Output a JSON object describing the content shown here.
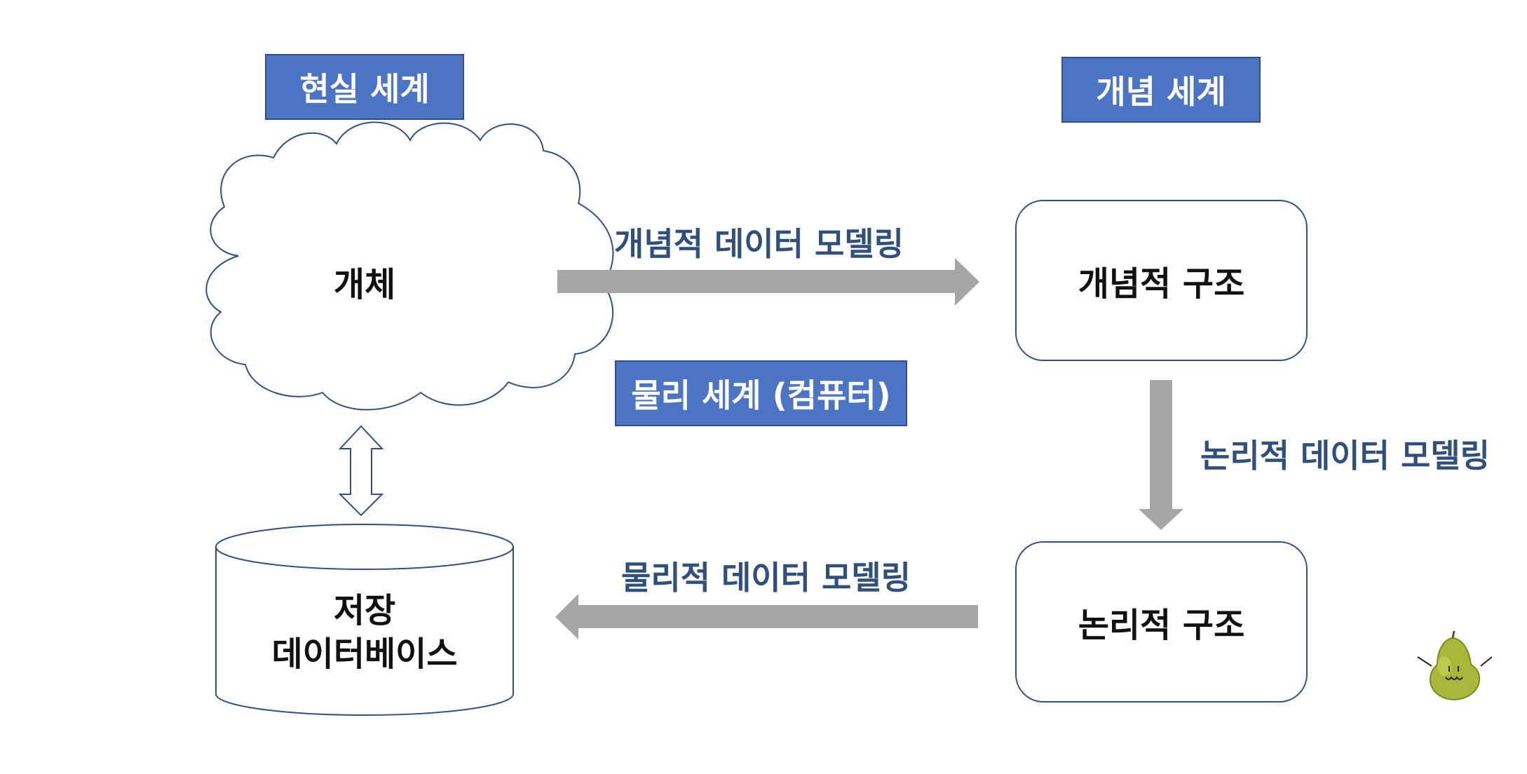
{
  "labels": {
    "real_world": "현실 세계",
    "concept_world": "개념 세계",
    "physical_world": "물리 세계 (컴퓨터)"
  },
  "nodes": {
    "entity": "개체",
    "conceptual_structure": "개념적 구조",
    "logical_structure": "논리적 구조",
    "database_line1": "저장",
    "database_line2": "데이터베이스"
  },
  "arrows": {
    "conceptual_modeling": "개념적 데이터 모델링",
    "logical_modeling": "논리적 데이터 모델링",
    "physical_modeling": "물리적 데이터 모델링"
  },
  "colors": {
    "label_fill": "#4c74c4",
    "outline": "#2d4f8f",
    "arrow_gray": "#a6a6a6",
    "arrow_text": "#2f4f7f"
  }
}
